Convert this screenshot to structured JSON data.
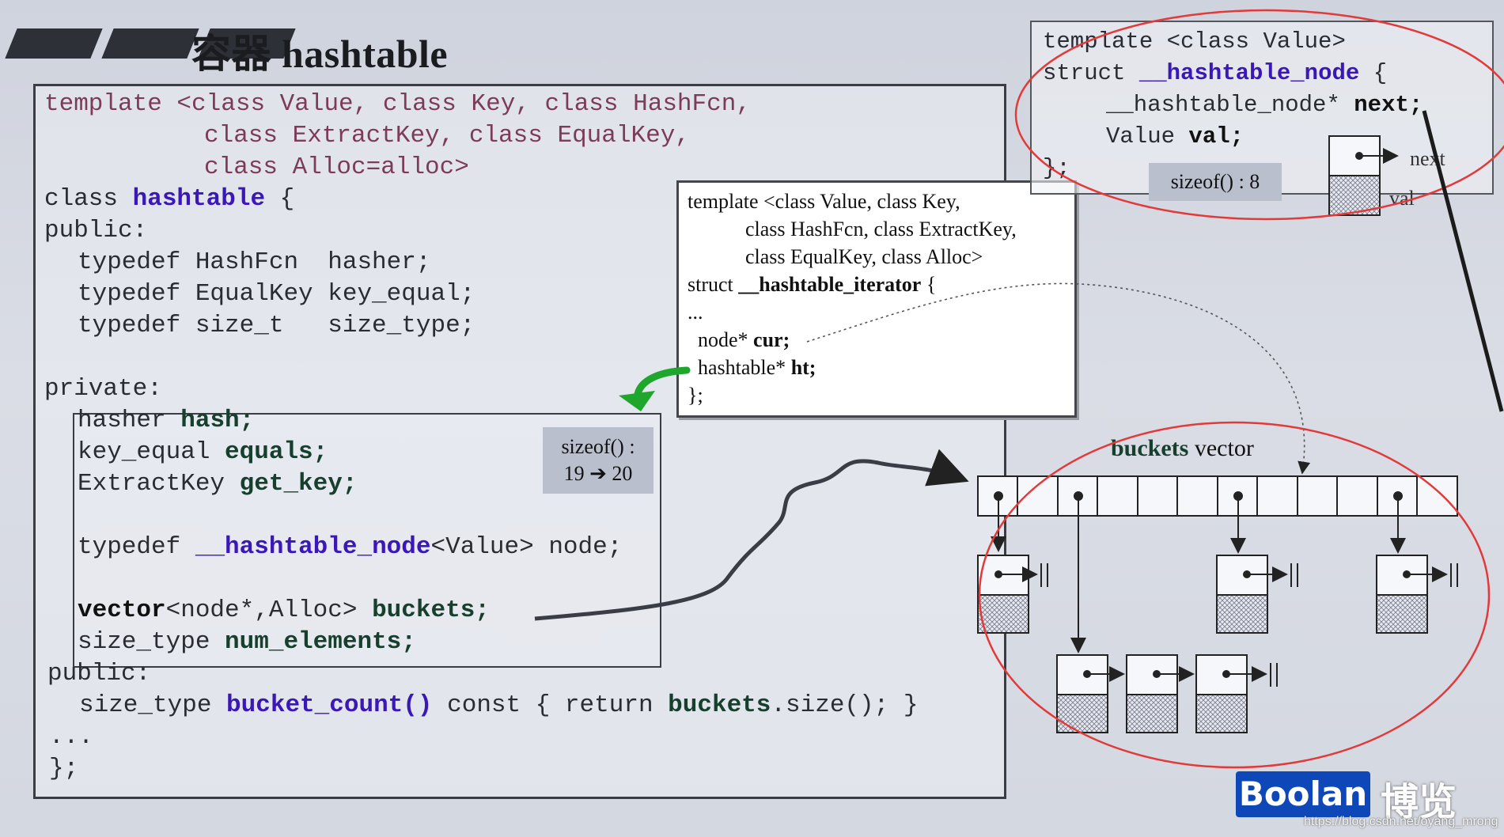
{
  "title": "容器 hashtable",
  "main_code": [
    "template <class Value, class Key, class HashFcn,",
    "class ExtractKey, class EqualKey,",
    "class Alloc=alloc>",
    "class",
    "hashtable",
    "{",
    "public:",
    "typedef HashFcn  hasher;",
    "typedef EqualKey key_equal;",
    "typedef size_t   size_type;",
    "private:",
    "hasher",
    "hash;",
    "key_equal",
    "equals;",
    "ExtractKey",
    "get_key;",
    "typedef",
    "__hashtable_node",
    "<Value> node;",
    "vector",
    "<node*,Alloc>",
    "buckets;",
    "size_type",
    "num_elements;",
    "public:",
    "size_type",
    "bucket_count()",
    "const { return",
    "buckets",
    ".size(); }",
    "...",
    "};"
  ],
  "sizeof_main": {
    "line1": "sizeof() :",
    "line2_from": "19",
    "line2_arrow": "➔",
    "line2_to": "20"
  },
  "iterator_code": [
    "template <class Value, class Key,",
    "class HashFcn, class ExtractKey,",
    "class EqualKey, class Alloc>",
    "struct",
    "__hashtable_iterator",
    "{",
    "...",
    "node*",
    "cur;",
    "hashtable*",
    "ht;",
    "};"
  ],
  "node_code": [
    "template <class Value>",
    "struct",
    "__hashtable_node",
    "{",
    "__hashtable_node*",
    "next;",
    "Value",
    "val;",
    "};"
  ],
  "sizeof_node": "sizeof() : 8",
  "node_labels": {
    "next": "next",
    "val": "val"
  },
  "buckets_label": {
    "bold": "buckets",
    "normal": "vector"
  },
  "logo": {
    "text": "Boolan",
    "cn": "博览"
  },
  "watermark_url": "https://blog.csdn.net/oyang_mrong",
  "colors": {
    "highlight_ring": "#e23a3a",
    "green_arrow": "#1fa62c",
    "keyword_blue": "#3a18b8",
    "member_green": "#173f2d"
  }
}
